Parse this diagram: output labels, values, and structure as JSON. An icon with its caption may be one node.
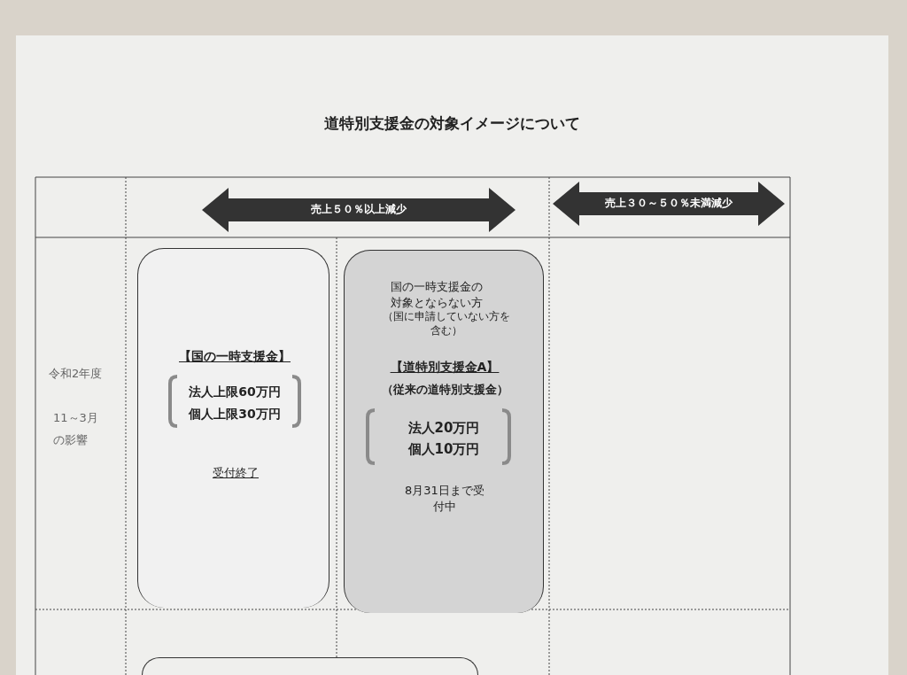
{
  "diagram": {
    "title": "道特別支援金の対象イメージについて",
    "nodes": [
      {
        "text": [
          "売上５０％以上減少"
        ]
      },
      {
        "text": [
          "売上３０～５０％未満減少"
        ]
      },
      {
        "text": [
          "【国の一時支援金】",
          "法人上限60万円",
          "個人上限30万円",
          "受付終了"
        ]
      },
      {
        "text": [
          "国の一時支援金の対象とならない方",
          "（国に申請していない方を含む）",
          "【道特別支援金A】",
          "（従来の道特別支援金）",
          "法人20万円",
          "個人10万円",
          "8月31日まで受付中"
        ]
      },
      {
        "text": [],
        "shape": "box"
      }
    ],
    "labels": [
      "令和2年度",
      "11～3月の影響"
    ]
  }
}
